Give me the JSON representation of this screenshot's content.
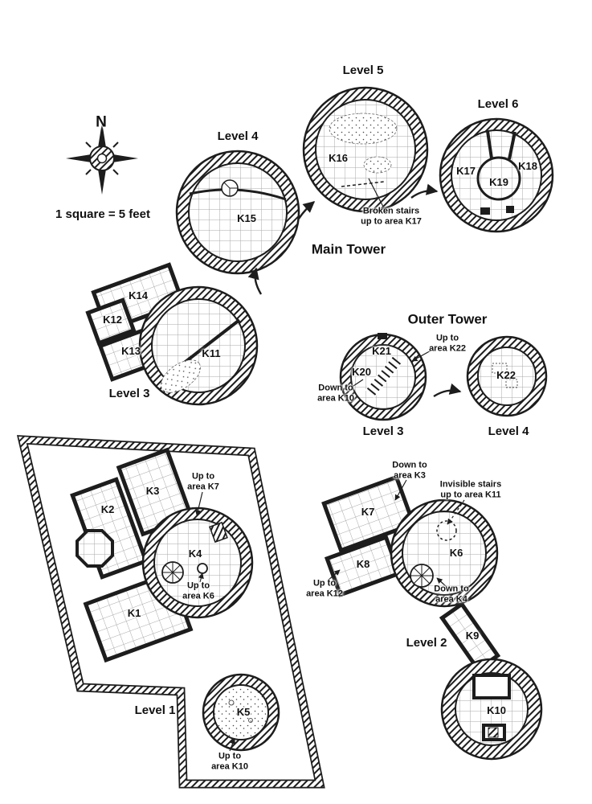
{
  "canvas": {
    "paper": "#ffffff",
    "ink": "#1d1d1d"
  },
  "legend": {
    "compass_north": "N",
    "scale_note": "1 square = 5 feet"
  },
  "main_tower": {
    "title": "Main Tower",
    "level3": {
      "label": "Level 3",
      "k11": "K11",
      "k12": "K12",
      "k13": "K13",
      "k14": "K14"
    },
    "level4": {
      "label": "Level 4",
      "k15": "K15"
    },
    "level5": {
      "label": "Level 5",
      "k16": "K16",
      "broken_stairs_note": "Broken stairs\nup to area K17"
    },
    "level6": {
      "label": "Level 6",
      "k17": "K17",
      "k18": "K18",
      "k19": "K19"
    }
  },
  "outer_tower": {
    "title": "Outer Tower",
    "level3": {
      "label": "Level 3",
      "k20": "K20",
      "k21": "K21",
      "up_note": "Up to\narea K22",
      "down_note": "Down to\narea K10"
    },
    "level4": {
      "label": "Level 4",
      "k22": "K22"
    }
  },
  "keep": {
    "level1": {
      "label": "Level 1",
      "k1": "K1",
      "k2": "K2",
      "k3": "K3",
      "k4": "K4",
      "k5": "K5",
      "up_k7_note": "Up to\narea K7",
      "up_k6_note": "Up to\narea K6",
      "up_k10_note": "Up to\narea K10"
    },
    "level2": {
      "label": "Level 2",
      "k6": "K6",
      "k7": "K7",
      "k8": "K8",
      "k9": "K9",
      "k10": "K10",
      "down_k3_note": "Down to\narea K3",
      "invisible_stairs_note": "Invisible stairs\nup to area K11",
      "up_k12_note": "Up to\narea K12",
      "down_k4_note": "Down to\narea K4"
    }
  }
}
